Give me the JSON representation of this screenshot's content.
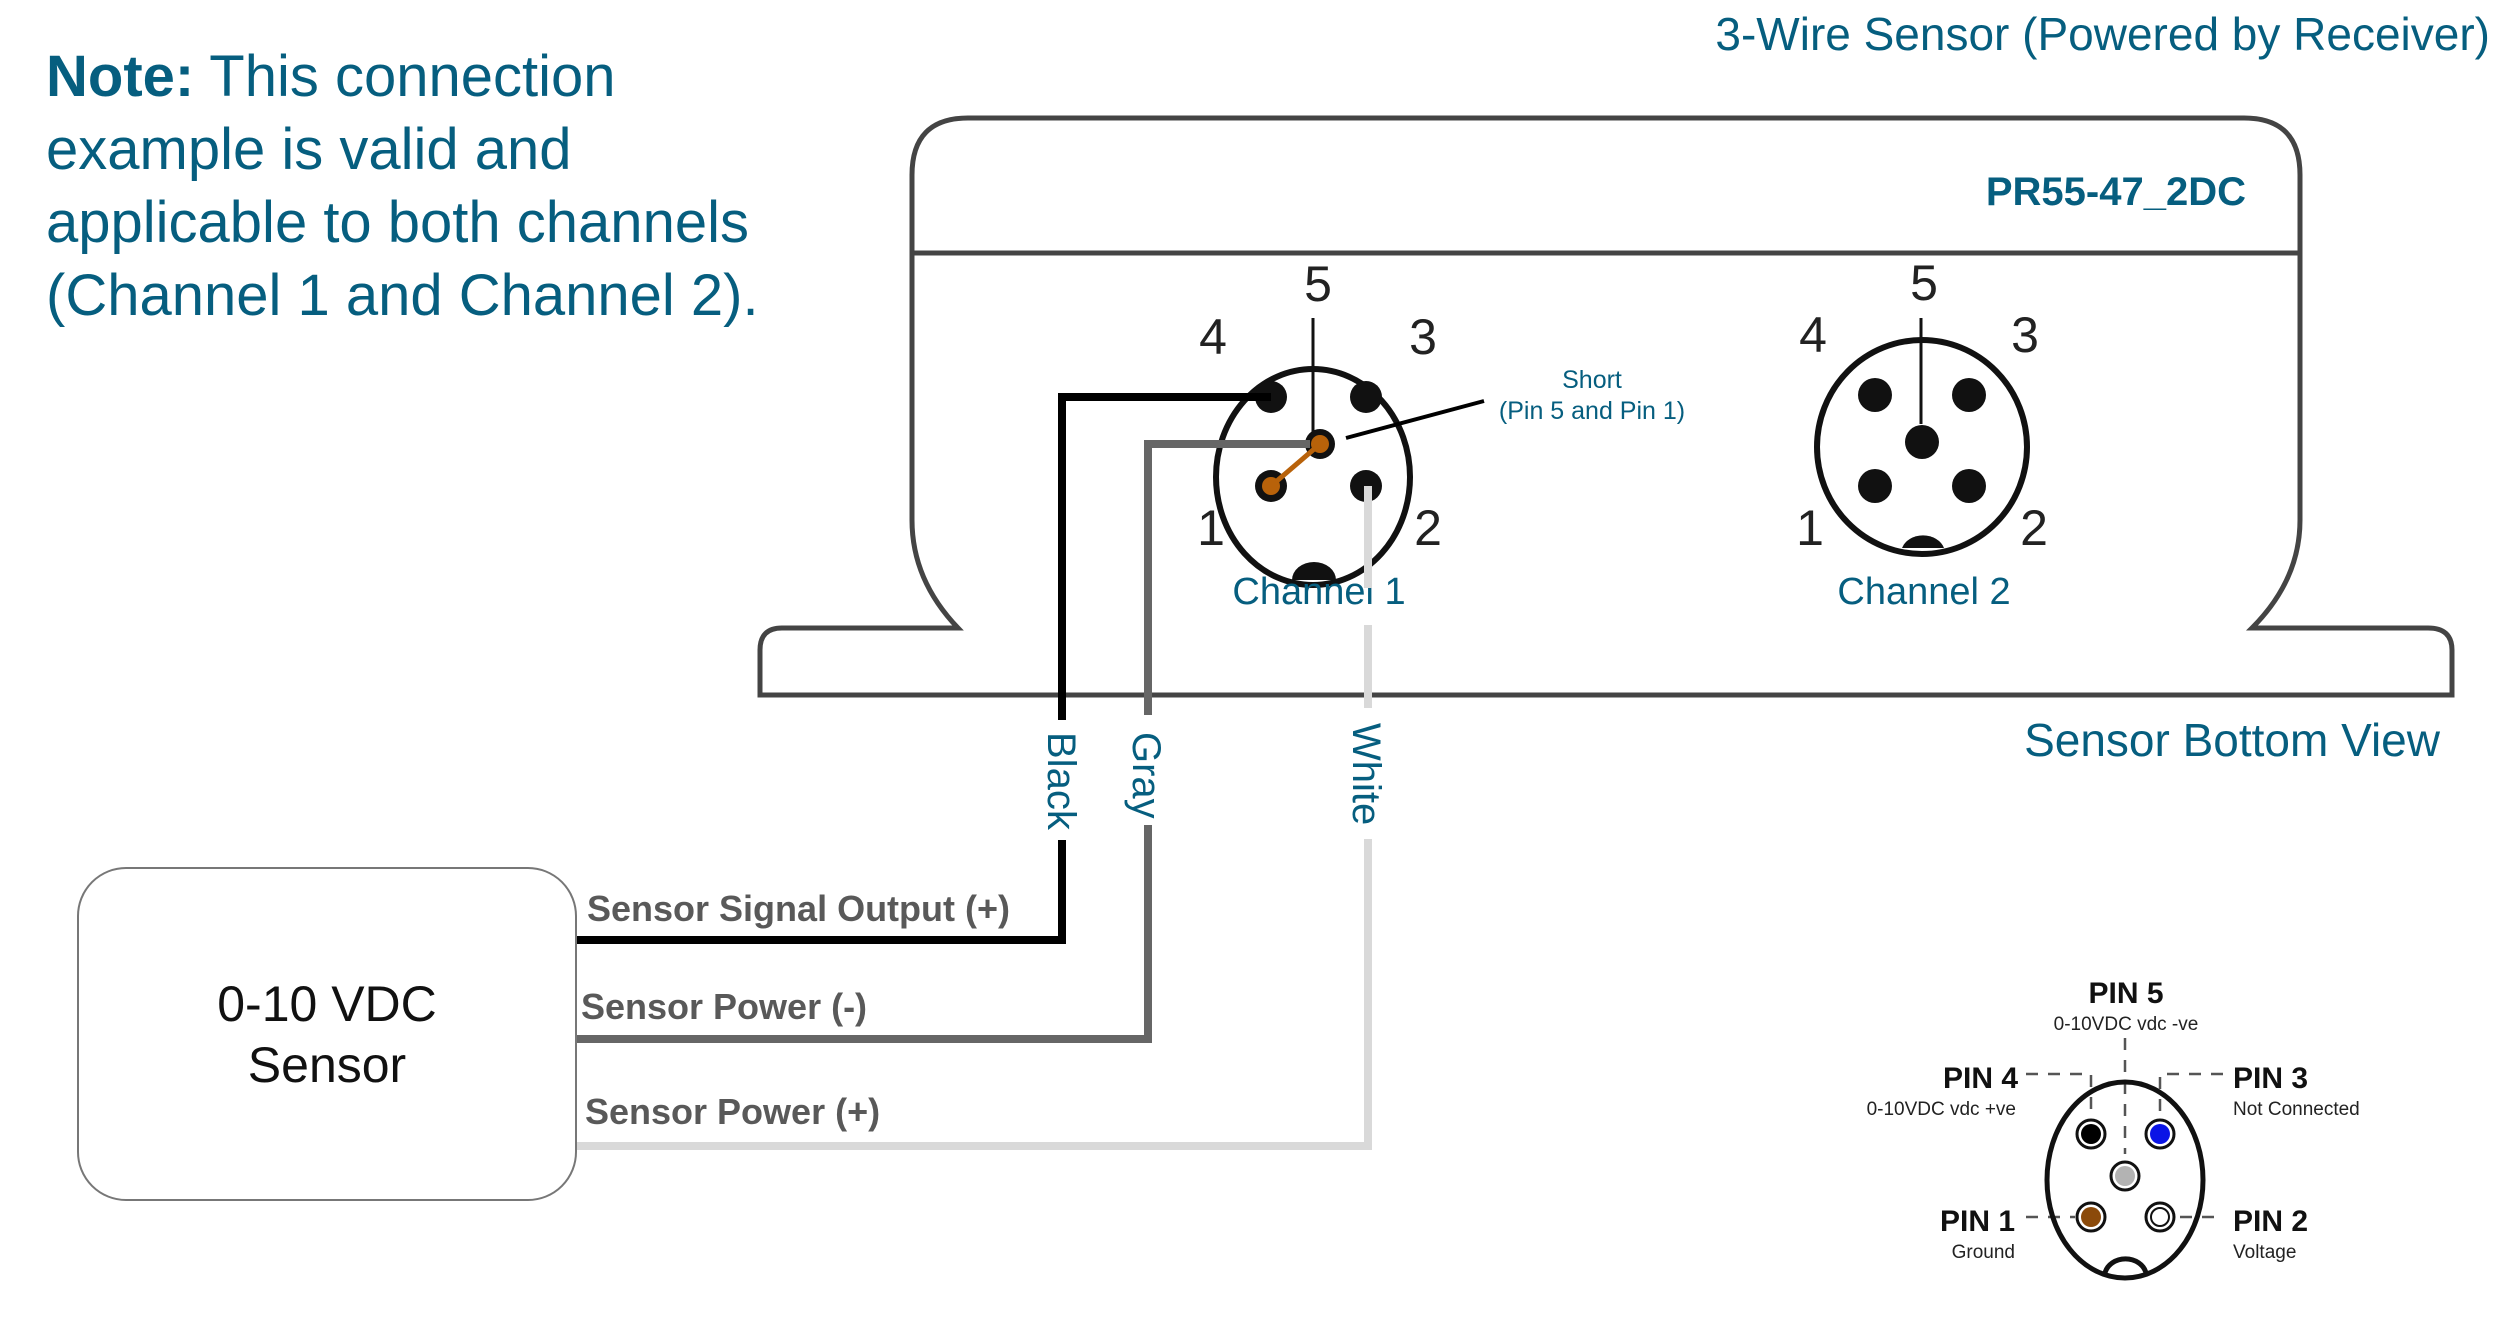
{
  "title": "3-Wire Sensor (Powered by Receiver)",
  "note": {
    "label": "Note:",
    "text": " This connection example is valid and applicable to both channels (Channel 1 and Channel 2)."
  },
  "receiver": {
    "model": "PR55-47_2DC",
    "view_label": "Sensor Bottom View",
    "channels": [
      {
        "label": "Channel 1",
        "pin_numbers": [
          "5",
          "4",
          "3",
          "1",
          "2"
        ]
      },
      {
        "label": "Channel 2",
        "pin_numbers": [
          "5",
          "4",
          "3",
          "1",
          "2"
        ]
      }
    ],
    "short_annotation": {
      "line1": "Short",
      "line2": "(Pin 5 and Pin 1)"
    }
  },
  "sensor": {
    "line1": "0-10 VDC",
    "line2": "Sensor"
  },
  "wires": [
    {
      "color_name": "Black",
      "function": "Sensor Signal Output (+)",
      "color": "#000000"
    },
    {
      "color_name": "Gray",
      "function": "Sensor Power (-)",
      "color": "#666666"
    },
    {
      "color_name": "White",
      "function": "Sensor Power (+)",
      "color": "#d9d9d9"
    }
  ],
  "jumper_color": "#b8620a",
  "pinout": {
    "pins": [
      {
        "name": "PIN 5",
        "desc": "0-10VDC vdc -ve",
        "color": "#b3b3b3"
      },
      {
        "name": "PIN 4",
        "desc": "0-10VDC vdc +ve",
        "color": "#000000"
      },
      {
        "name": "PIN 3",
        "desc": "Not Connected",
        "color": "#0a14e6"
      },
      {
        "name": "PIN 1",
        "desc": "Ground",
        "color": "#8b4a0a"
      },
      {
        "name": "PIN 2",
        "desc": "Voltage",
        "color": "#ffffff"
      }
    ]
  },
  "colors": {
    "accent": "#065e7f",
    "outline": "#444444",
    "label_gray": "#595959"
  }
}
